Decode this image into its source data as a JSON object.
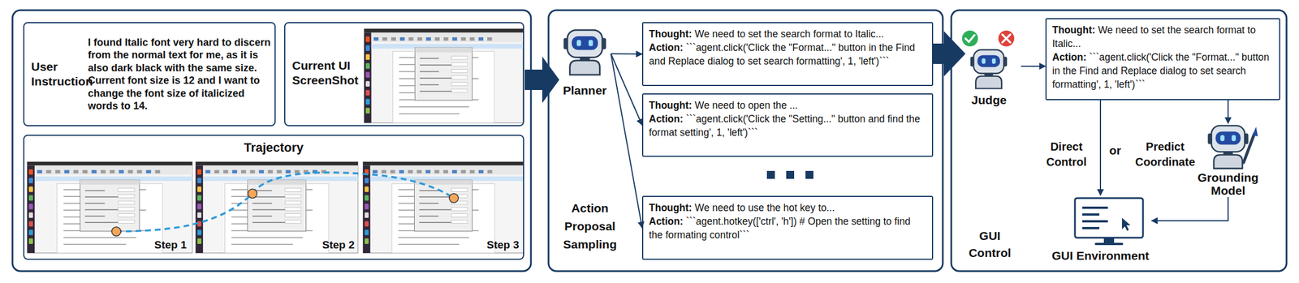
{
  "diagram": {
    "nodes": [
      {
        "text": [
          "User Instruction",
          "I found Italic font very hard to discern from the normal text for me, as it is also dark black with the same size. Current font size is 12 and I want to change the font size of italicized words to 14."
        ]
      },
      {
        "text": [
          "Current UI ScreenShot"
        ]
      },
      {
        "text": [
          "Trajectory"
        ]
      },
      {
        "text": [
          "Planner"
        ]
      },
      {
        "text": [
          "Thought:",
          "We need to set the search format to Italic...",
          "Action:",
          "```agent.click('Click the \"Format...\" button in the Find and Replace dialog to set search formatting', 1, 'left')```"
        ]
      },
      {
        "text": [
          "Thought:",
          "We need to open the ...",
          "Action:",
          "```agent.click('Click the \"Setting...\" button and find the format setting', 1, 'left')```"
        ]
      },
      {
        "text": [
          "Thought:",
          "We need to use the hot key to...",
          "Action:",
          "```agent.hotkey(['ctrl', 'h']) # Open the setting to find the formating control```"
        ]
      },
      {
        "text": [
          "Judge"
        ]
      },
      {
        "text": [
          "Thought:",
          "We need to set the search format to Italic...",
          "Action:",
          "```agent.click('Click the \"Format...\" button in the Find and Replace dialog to set search formatting', 1, 'left')```"
        ]
      },
      {
        "text": [
          "Grounding Model"
        ]
      },
      {
        "text": [
          "GUI Environment"
        ]
      }
    ],
    "edges": [
      {
        "from": 3,
        "to": 4,
        "arrow": "to"
      },
      {
        "from": 3,
        "to": 5,
        "arrow": "to"
      },
      {
        "from": 3,
        "to": 6,
        "arrow": "to"
      },
      {
        "from": 7,
        "to": 8,
        "arrow": "to"
      },
      {
        "from": 8,
        "to": 9,
        "arrow": "to"
      },
      {
        "from": 8,
        "to": 10,
        "arrow": "to"
      },
      {
        "from": 9,
        "to": 10,
        "arrow": "to"
      }
    ],
    "labels": [
      "Step 1",
      "Step 2",
      "Step 3",
      "Action Proposal Sampling",
      "Direct Control",
      "or",
      "Predict Coordinate",
      "GUI Control"
    ]
  }
}
